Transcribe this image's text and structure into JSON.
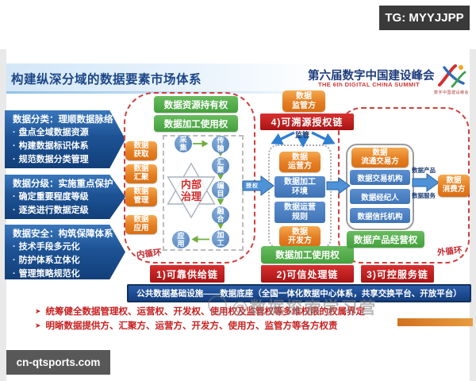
{
  "overlay": {
    "tg": "TG: MYYJJPP",
    "site": "cn-qtsports.com",
    "watermark": "@数据探索学习营"
  },
  "header": {
    "title": "构建纵深分域的数据要素市场体系",
    "summit_cn": "第六届数字中国建设峰会",
    "summit_en": "THE 6th DIGITAL CHINA SUMMIT",
    "logo_caption": "数字中国建设峰会"
  },
  "icons": {
    "bullet": "·",
    "pointer": "➤"
  },
  "sidebar": {
    "blocks": [
      {
        "title": "数据分类：理顺数据脉络",
        "items": [
          "盘点全域数据资源",
          "构建数据标识体系",
          "规范数据分类管理"
        ]
      },
      {
        "title": "数据分级：实施重点保护",
        "items": [
          "确定重要程度等级",
          "逐类进行数据定级"
        ]
      },
      {
        "title": "数据安全：构筑保障体系",
        "items": [
          "技术手段多元化",
          "防护体系立体化",
          "管理策略规范化"
        ]
      }
    ]
  },
  "inner_loop": {
    "label": "内循环",
    "rights": [
      "数据资源持有权",
      "数据加工使用权"
    ],
    "roles": [
      [
        "数据",
        "获取"
      ],
      [
        "数据",
        "汇聚"
      ],
      [
        "数据",
        "管理"
      ],
      [
        "数据",
        "应用"
      ]
    ],
    "process": [
      "采集",
      "传输",
      "汇聚",
      "编目",
      "融合",
      "加工",
      "应用"
    ],
    "center": [
      "内部",
      "治理"
    ]
  },
  "middle": {
    "regulator": [
      "数据",
      "监管方"
    ],
    "supervise": "监管",
    "authorize_label": "授权",
    "operator": [
      "数据",
      "运营方"
    ],
    "env": [
      "数据加工",
      "环境"
    ],
    "rules": [
      "数据运营",
      "规则"
    ],
    "developer": [
      "数据",
      "开发方"
    ],
    "usage_right": "数据加工使用权"
  },
  "outer_loop": {
    "label": "外循环",
    "trader": [
      "数据",
      "流通交易方"
    ],
    "institutions": [
      "数据交易机构",
      "数据经纪人",
      "数据信托机构"
    ],
    "product": "数据产品",
    "service": "数据服务",
    "consumer": [
      "数据",
      "消费方"
    ],
    "right": "数据产品经营权"
  },
  "chains": {
    "c1": "1)可靠供给链",
    "c2": "2)可信处理链",
    "c3": "3)可控服务链",
    "c4": "4)可溯源授权链"
  },
  "foundation": "公共数据基础设施——数据底座（全国一体化数据中心体系，共享交换平台、开放平台）",
  "bullets": [
    "统筹健全数据管理权、运营权、开发权、使用权及监管权等多维权限的权属界定",
    "明晰数据提供方、汇聚方、运营方、开发方、使用方、监管方等各方权责"
  ],
  "colors": {
    "accent_red": "#c41e1e",
    "accent_green": "#46a23e",
    "accent_orange": "#e2751d",
    "accent_blue": "#4b81c2",
    "navy": "#17487f"
  }
}
